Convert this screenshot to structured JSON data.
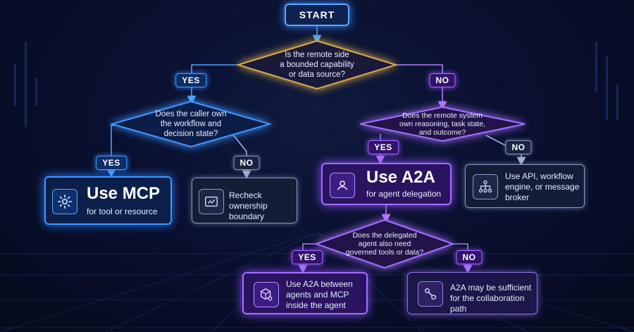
{
  "start": "START",
  "decisions": {
    "root": [
      "Is the remote side",
      "a bounded capability",
      "or data source?"
    ],
    "caller": [
      "Does the caller own",
      "the workflow and",
      "decision state?"
    ],
    "remote": [
      "Does the remote system",
      "own reasoning, task state,",
      "and outcome?"
    ],
    "delegated": [
      "Does the delegated",
      "agent also need",
      "governed tools or data?"
    ]
  },
  "branches": {
    "root_yes": "YES",
    "root_no": "NO",
    "caller_yes": "YES",
    "caller_no": "NO",
    "remote_yes": "YES",
    "remote_no": "NO",
    "delegated_yes": "YES",
    "delegated_no": "NO"
  },
  "outcomes": {
    "mcp": {
      "title": "Use MCP",
      "subtitle": "for tool or resource",
      "icon": "gear-icon"
    },
    "recheck": {
      "lines": [
        "Recheck ownership",
        "boundary"
      ],
      "icon": "map-icon"
    },
    "a2a": {
      "title": "Use A2A",
      "subtitle": "for agent delegation",
      "icon": "agent-icon"
    },
    "api": {
      "lines": [
        "Use API, workflow",
        "engine, or message",
        "broker"
      ],
      "icon": "hierarchy-icon"
    },
    "both": {
      "lines": [
        "Use A2A between",
        "agents and MCP",
        "inside the agent"
      ],
      "icon": "cube-gear-icon"
    },
    "sufficient": {
      "lines": [
        "A2A may be sufficient",
        "for the collaboration path"
      ],
      "icon": "link-icon"
    }
  },
  "colors": {
    "blue": "#3f96ff",
    "purple": "#a56eff",
    "gold": "#d8a94a",
    "gray": "#8a98c0"
  }
}
